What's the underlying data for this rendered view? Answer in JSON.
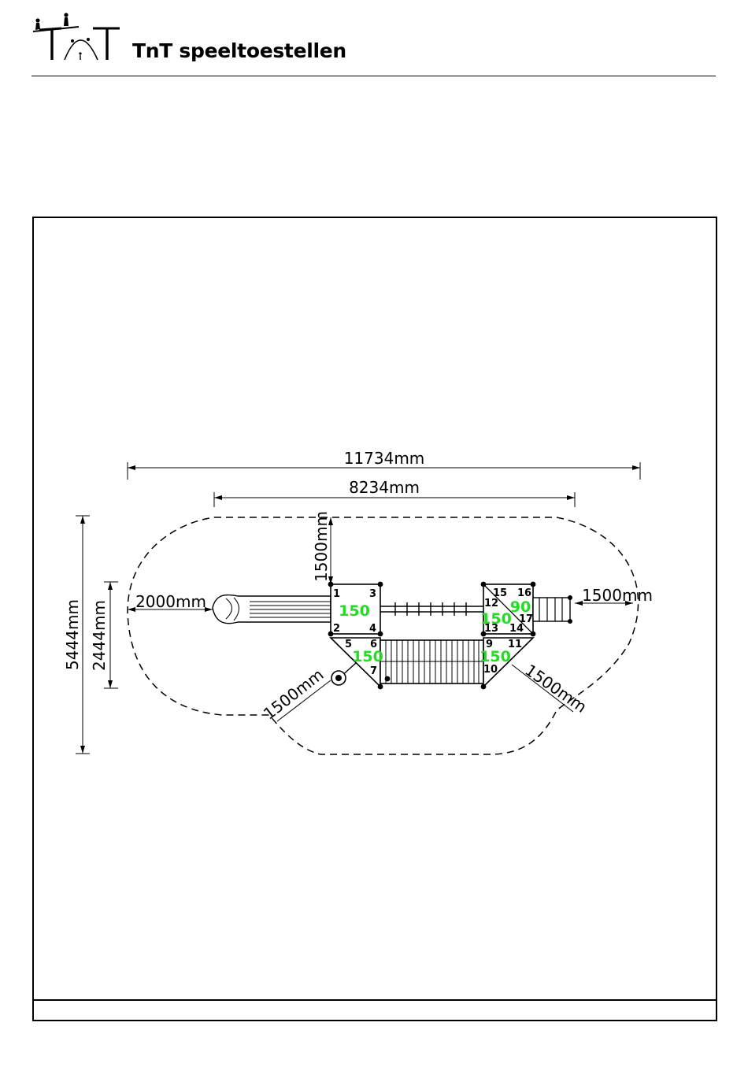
{
  "header": {
    "brand": "TnT speeltoestellen",
    "logo_icon": "seesaw-figures-logo-icon"
  },
  "dimensions": {
    "overall_width": "11734mm",
    "inner_width": "8234mm",
    "overall_depth": "5444mm",
    "equipment_depth": "2444mm",
    "slide_clearance": "2000mm",
    "top_clearance": "1500mm",
    "right_clearance": "1500mm",
    "bottom_left_clearance": "1500mm",
    "bottom_right_clearance": "1500mm"
  },
  "modules": {
    "left_tower_height": "150",
    "left_triangle_height": "150",
    "right_triangle_height": "150",
    "right_tower_height_a": "150",
    "right_tower_height_b": "90"
  },
  "post_numbers": [
    "1",
    "2",
    "3",
    "4",
    "5",
    "6",
    "7",
    "9",
    "10",
    "11",
    "12",
    "13",
    "14",
    "15",
    "16",
    "17"
  ],
  "colors": {
    "height_label": "#22dd22",
    "line": "#000000"
  }
}
